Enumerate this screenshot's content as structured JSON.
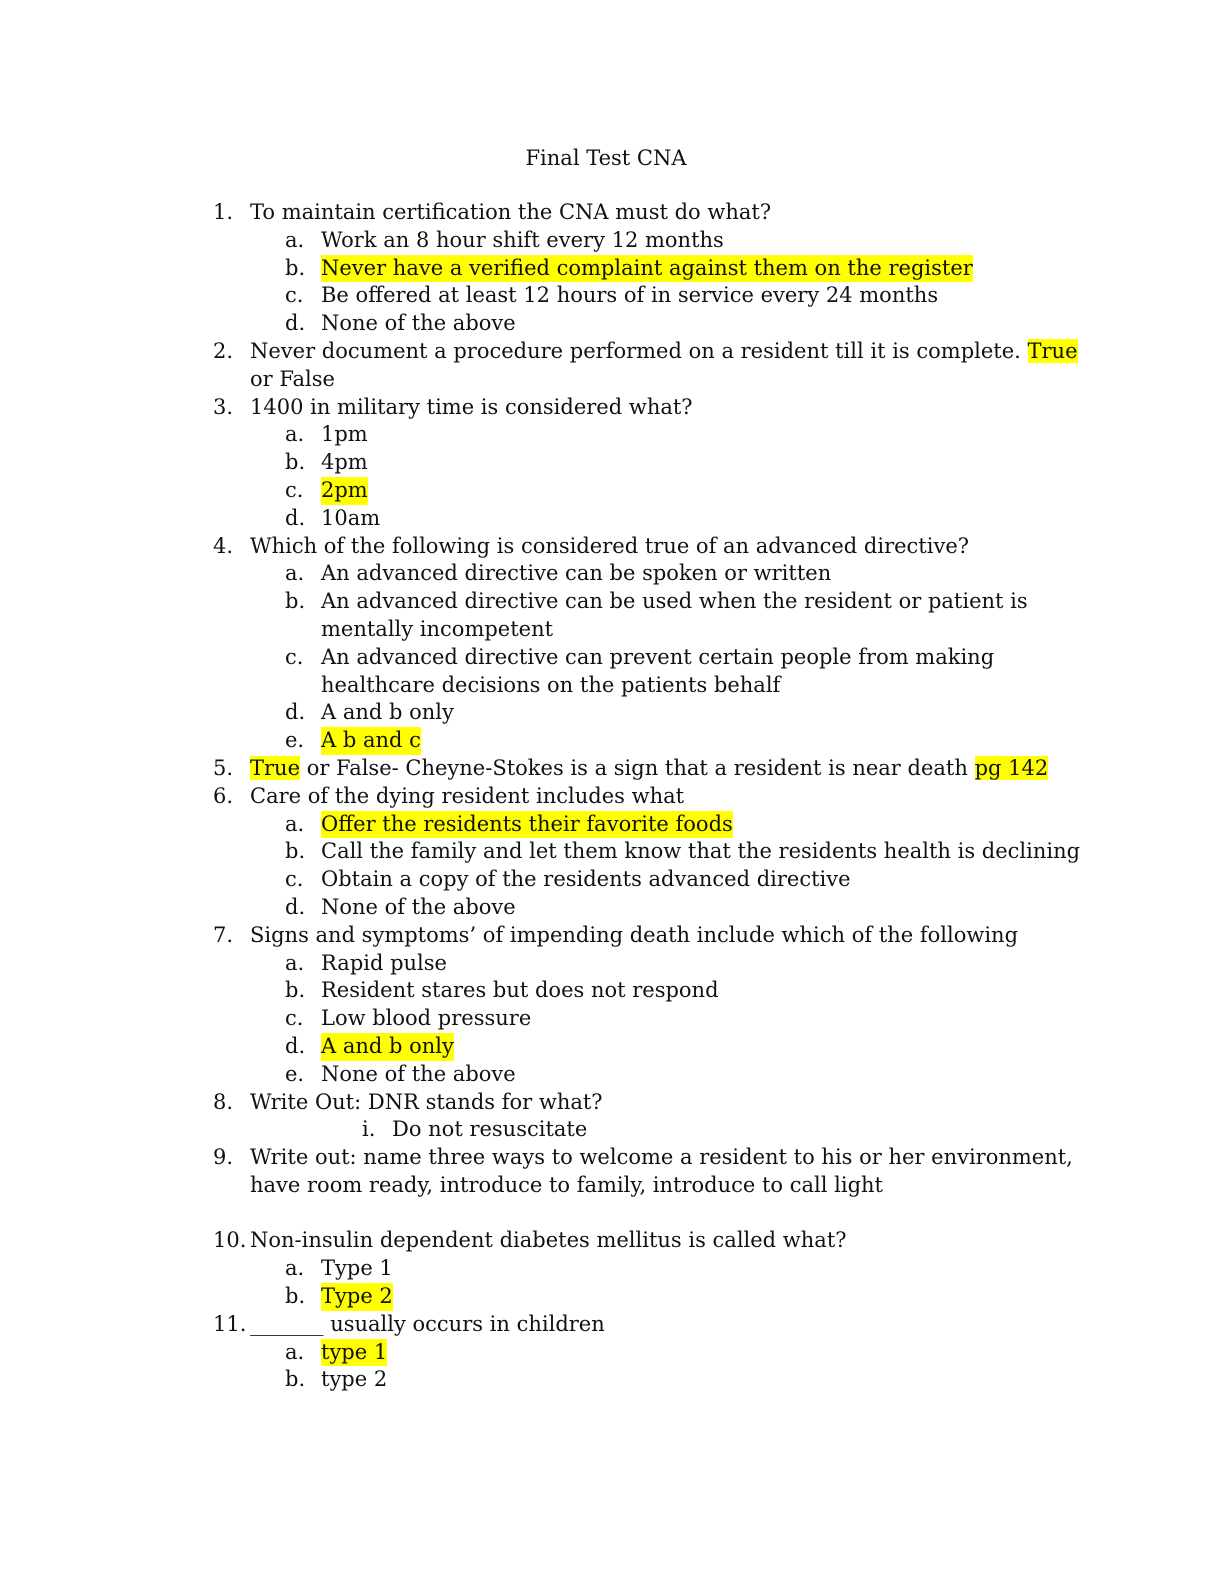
{
  "doc": {
    "title": "Final Test CNA",
    "highlight_color": "#ffff00",
    "q1": {
      "num": "1.",
      "text": "To maintain certification the CNA must do what?",
      "a": "Work an 8 hour shift every 12 months",
      "b": "Never have a verified complaint against them on the register",
      "c": "Be offered at least 12 hours of in service every 24 months",
      "d": "None of the above"
    },
    "q2": {
      "num": "2.",
      "text": "Never document a procedure performed on a resident till it is complete.",
      "answer": "True",
      "cont": "or False"
    },
    "q3": {
      "num": "3.",
      "text": "1400 in military time is considered what?",
      "a": "1pm",
      "b": "4pm",
      "c": "2pm",
      "d": "10am"
    },
    "q4": {
      "num": "4.",
      "text": "Which of the following is considered true of an advanced directive?",
      "a": "An advanced directive can be spoken or written",
      "b1": "An advanced directive can be used when the resident or patient is",
      "b2": "mentally incompetent",
      "c1": "An advanced directive can prevent certain people from making",
      "c2": "healthcare decisions on the patients behalf",
      "d": "A and b only",
      "e": "A b and c"
    },
    "q5": {
      "num": "5.",
      "answer": "True",
      "text": "or False- Cheyne-Stokes is a sign that a resident is near death",
      "ref": "pg  142"
    },
    "q6": {
      "num": "6.",
      "text": "Care of the dying resident includes what",
      "a": "Offer the residents their favorite foods",
      "b": "Call the family and let them know that the residents health is declining",
      "c": "Obtain a copy of the residents advanced directive",
      "d": "None of the above"
    },
    "q7": {
      "num": "7.",
      "text": "Signs and symptoms’ of impending death include which of the following",
      "a": "Rapid pulse",
      "b": "Resident stares but does not respond",
      "c": "Low blood pressure",
      "d": "A and b only",
      "e": "None of the above"
    },
    "q8": {
      "num": "8.",
      "text": "Write Out: DNR stands for what?",
      "i": "Do not resuscitate"
    },
    "q9": {
      "num": "9.",
      "text1": "Write out: name three ways to welcome a resident to his or her environment,",
      "text2": "have room ready, introduce to family, introduce to call light"
    },
    "q10": {
      "num": "10.",
      "text": "Non-insulin dependent diabetes mellitus is called what?",
      "a": "Type 1",
      "b": "Type 2"
    },
    "q11": {
      "num": "11.",
      "blank": "_______",
      "text": "usually occurs in children",
      "a": "type 1",
      "b": "type 2"
    },
    "labels": {
      "a": "a.",
      "b": "b.",
      "c": "c.",
      "d": "d.",
      "e": "e.",
      "i": "i."
    }
  }
}
